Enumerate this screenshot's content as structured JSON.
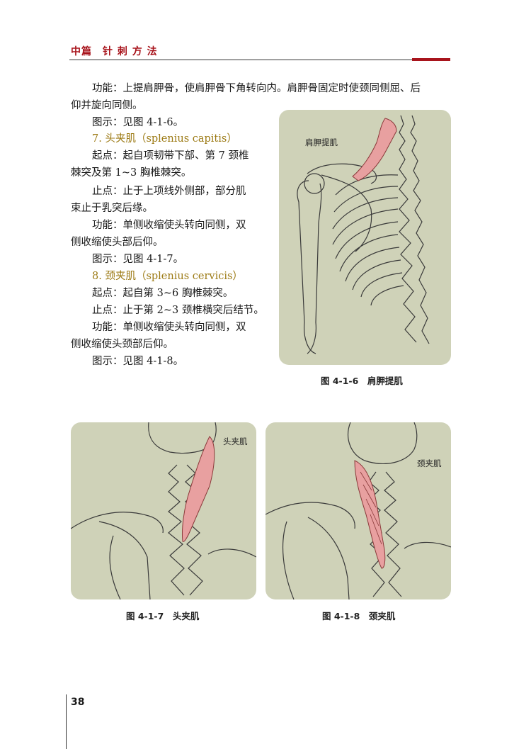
{
  "header": {
    "title": "中篇　针 刺 方 法"
  },
  "page_number": "38",
  "body": {
    "p1_line1": "功能：上提肩胛骨，使肩胛骨下角转向内。肩胛骨固定时使颈同侧屈、后",
    "p1_line2": "仰并旋向同侧。",
    "p2": "图示：见图 4-1-6。",
    "h7": "7. 头夹肌（splenius capitis）",
    "h7_origin_1": "起点：起自项韧带下部、第 7 颈椎",
    "h7_origin_2": "棘突及第 1~3 胸椎棘突。",
    "h7_insert_1": "止点：止于上项线外侧部，部分肌",
    "h7_insert_2": "束止于乳突后缘。",
    "h7_func_1": "功能：单侧收缩使头转向同侧，双",
    "h7_func_2": "侧收缩使头部后仰。",
    "h7_fig": "图示：见图 4-1-7。",
    "h8": "8. 颈夹肌（splenius cervicis）",
    "h8_origin": "起点：起自第 3~6 胸椎棘突。",
    "h8_insert": "止点：止于第 2~3 颈椎横突后结节。",
    "h8_func_1": "功能：单侧收缩使头转向同侧，双",
    "h8_func_2": "侧收缩使头颈部后仰。",
    "h8_fig": "图示：见图 4-1-8。"
  },
  "figures": {
    "f416": {
      "label": "肩胛提肌",
      "caption": "图 4-1-6　肩胛提肌"
    },
    "f417": {
      "label": "头夹肌",
      "caption": "图 4-1-7　头夹肌"
    },
    "f418": {
      "label": "颈夹肌",
      "caption": "图 4-1-8　颈夹肌"
    }
  },
  "colors": {
    "accent": "#a8141c",
    "heading": "#9c7a14",
    "figure_bg": "#cfd2b8",
    "muscle": "#e8a0a0"
  }
}
